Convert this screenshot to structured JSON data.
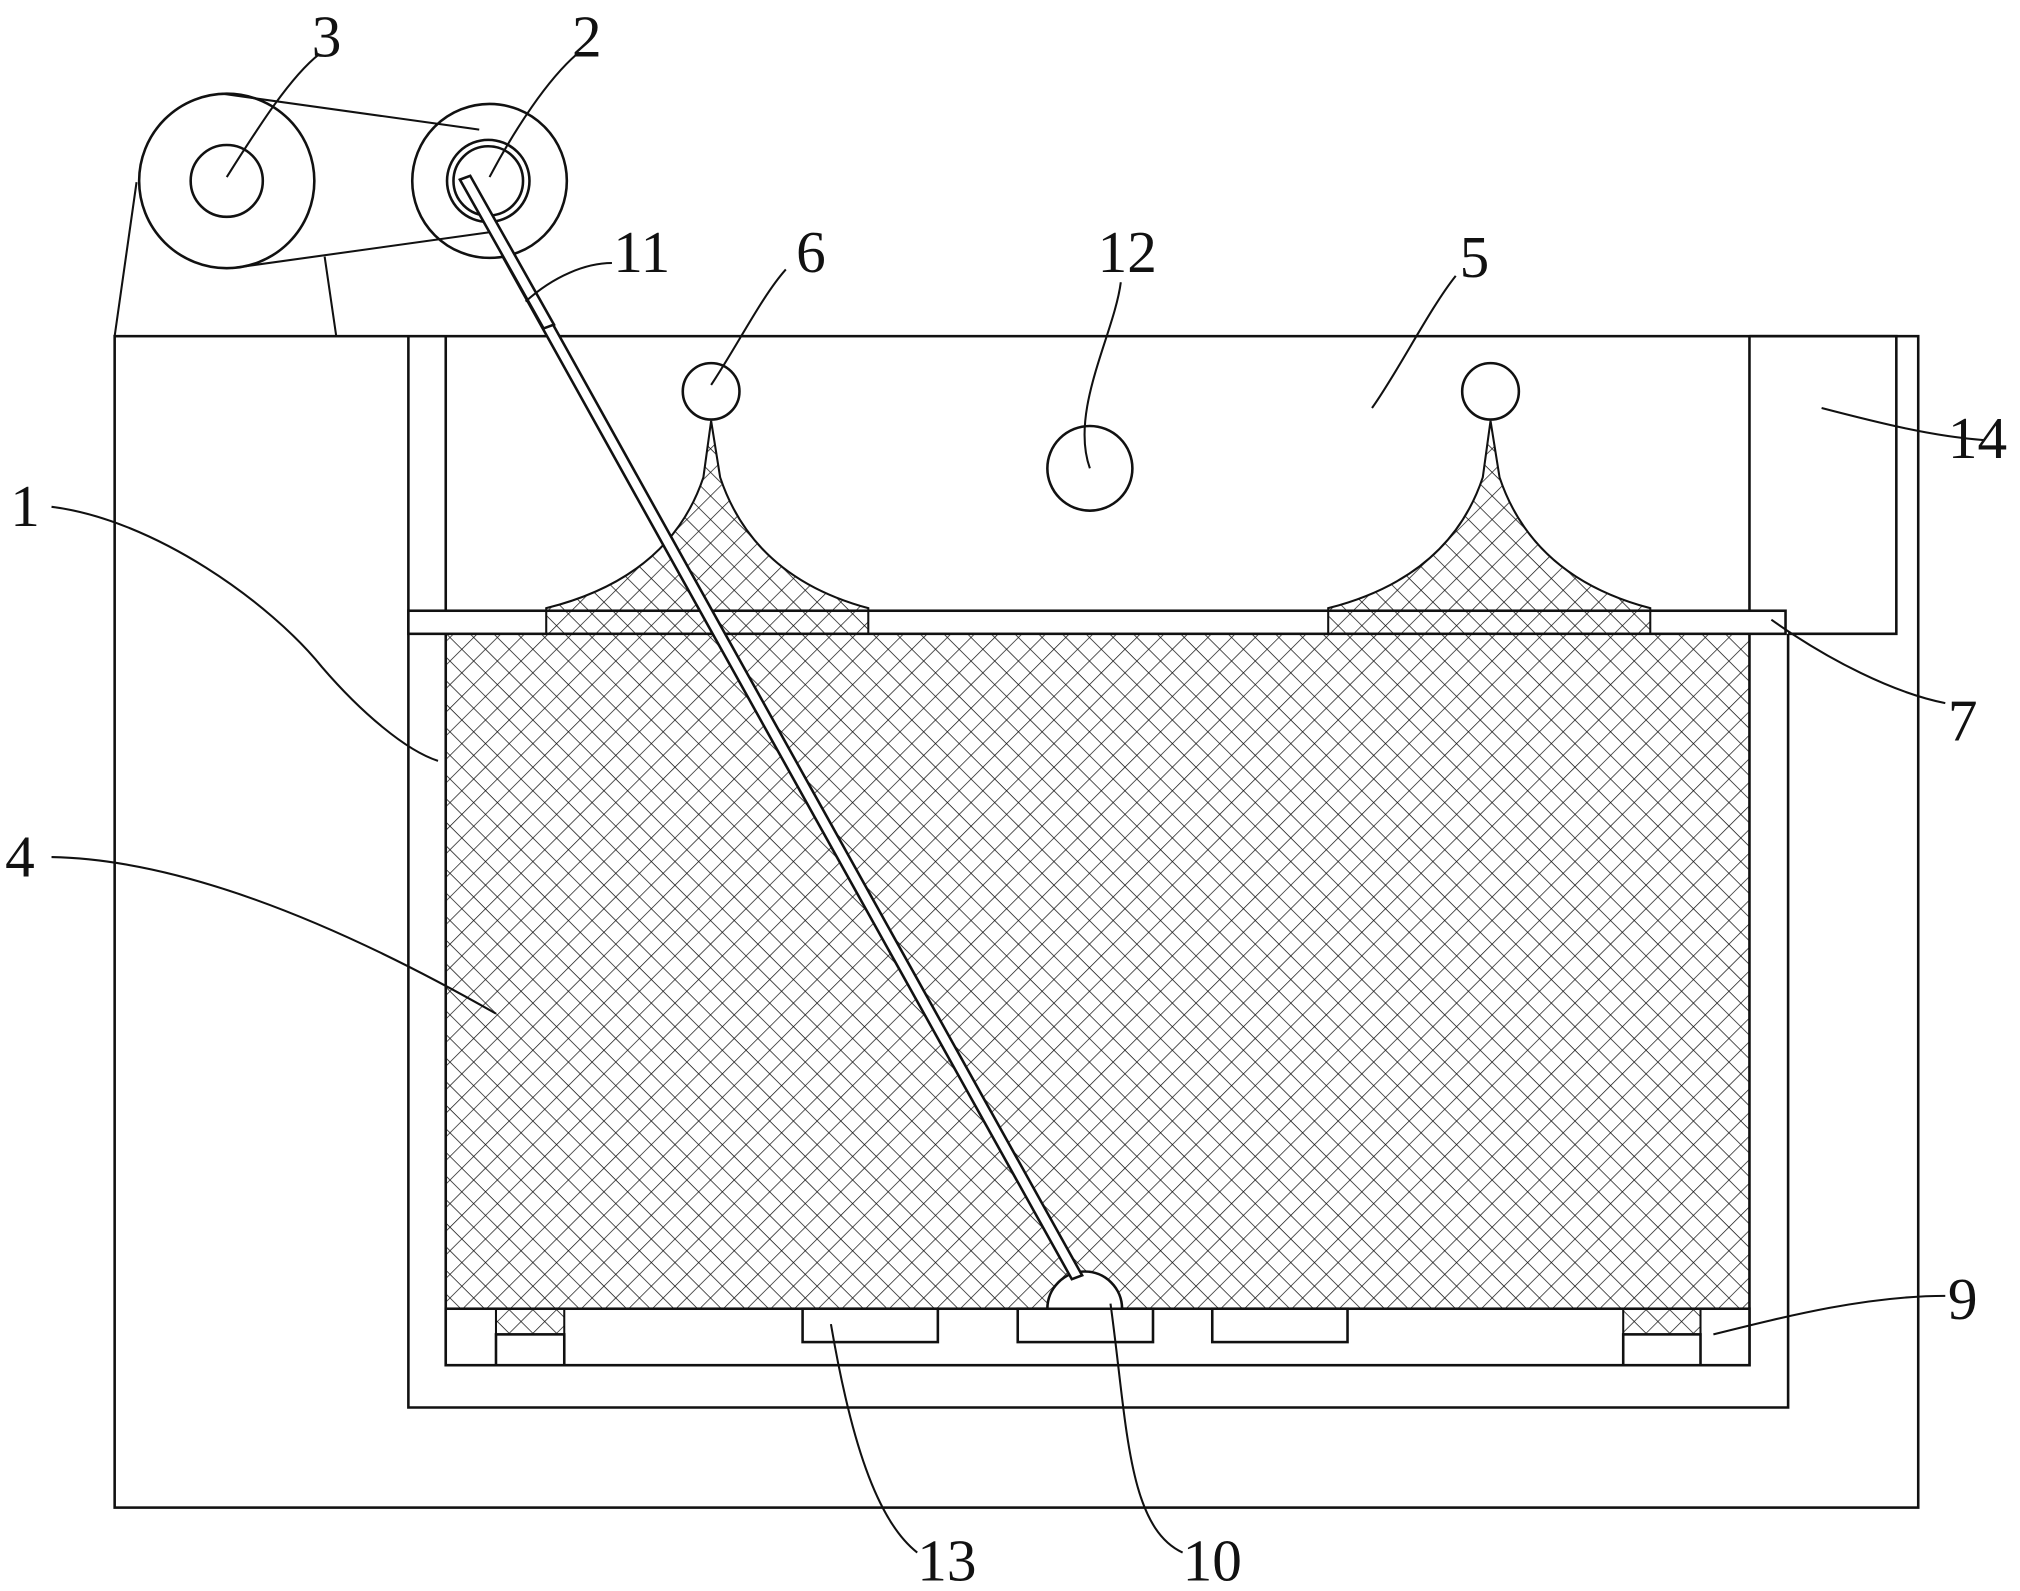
{
  "labels": {
    "l1": "1",
    "l2": "2",
    "l3": "3",
    "l4": "4",
    "l5": "5",
    "l6": "6",
    "l7": "7",
    "l9": "9",
    "l10": "10",
    "l11": "11",
    "l12": "12",
    "l13": "13",
    "l14": "14"
  }
}
